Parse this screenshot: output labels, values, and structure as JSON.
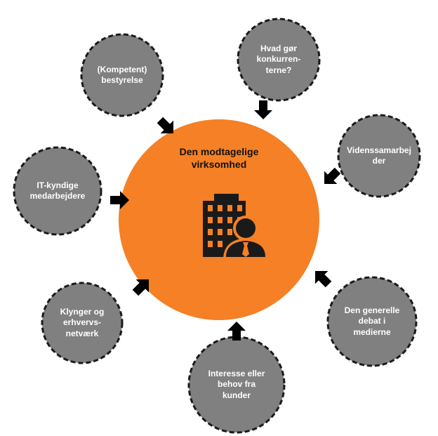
{
  "colors": {
    "center_fill": "#F58025",
    "center_stroke": "#FFFFFF",
    "node_fill": "#808080",
    "node_stroke": "#1A1A1A",
    "arrow": "#000000",
    "node_text": "#FFFFFF",
    "center_text": "#111111"
  },
  "center": {
    "label": "Den modtagelige\nvirksomhed",
    "icon": "office-building-businessman-icon"
  },
  "nodes": [
    {
      "id": "bestyrelse",
      "label": "(Kompetent)\nbestyrelse"
    },
    {
      "id": "konkurrenter",
      "label": "Hvad gør\nkonkurren-\nterne?"
    },
    {
      "id": "videnssamarbejder",
      "label": "Videnssamarbej\nder"
    },
    {
      "id": "it-medarbejdere",
      "label": "IT-kyndige\nmedarbejdere"
    },
    {
      "id": "klynger",
      "label": "Klynger og\nerhvervs-\nnetværk"
    },
    {
      "id": "debat",
      "label": "Den generelle\ndebat i\nmedierne"
    },
    {
      "id": "kunder",
      "label": "Interesse eller\nbehov fra\nkunder"
    }
  ]
}
